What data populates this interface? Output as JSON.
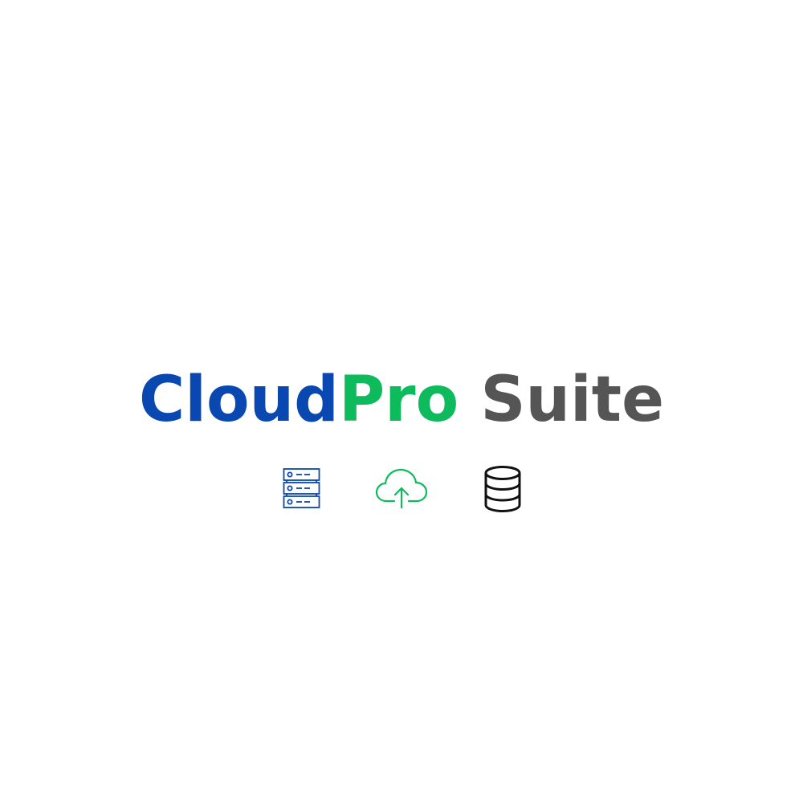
{
  "logo": {
    "part1": "Cloud",
    "part2": "Pro",
    "part3": "Suite",
    "colors": {
      "part1": "#0848b0",
      "part2": "#0dbb5c",
      "part3": "#555555"
    }
  },
  "icons": [
    {
      "name": "server-rack-icon",
      "color": "#0848b0"
    },
    {
      "name": "cloud-upload-icon",
      "color": "#0dbb5c"
    },
    {
      "name": "database-icon",
      "color": "#111111"
    }
  ]
}
